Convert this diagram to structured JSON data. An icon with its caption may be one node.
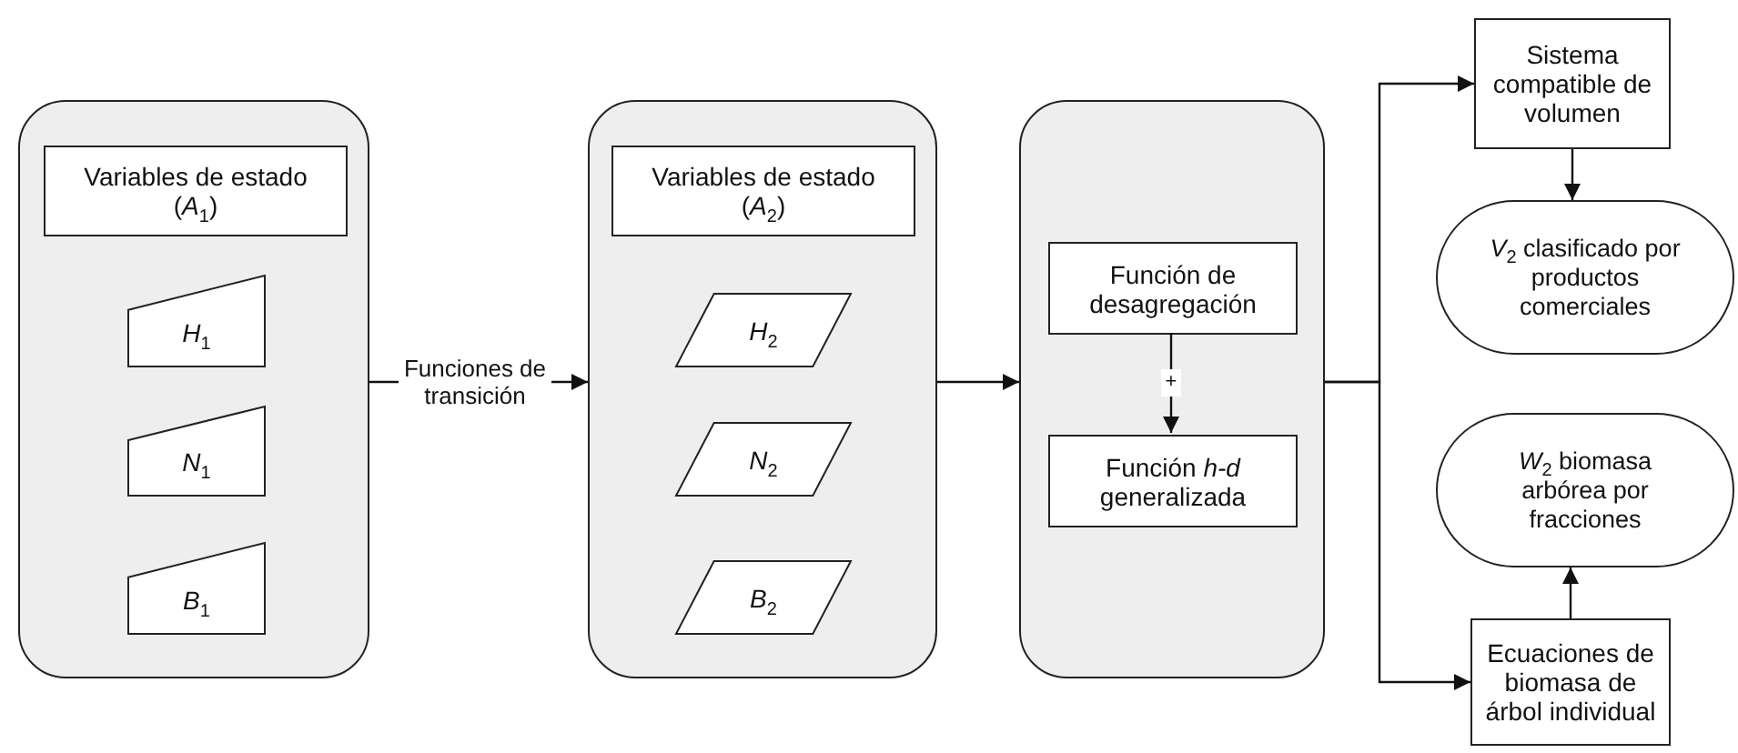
{
  "diagram": {
    "nodes": [
      {
        "text": [],
        "shape": "box"
      },
      {
        "text": [
          "Variables de estado (*A*$_{1}$)"
        ],
        "in": 0
      },
      {
        "text": [
          "*H*$_{1}$"
        ],
        "in": 0
      },
      {
        "text": [
          "*N*$_{1}$"
        ],
        "in": 0
      },
      {
        "text": [
          "*B*$_{1}$"
        ],
        "in": 0
      },
      {
        "text": [],
        "shape": "box"
      },
      {
        "text": [
          "Variables de estado (*A*$_{2}$)"
        ],
        "in": 5
      },
      {
        "text": [
          "*H*$_{2}$"
        ],
        "in": 5
      },
      {
        "text": [
          "*N*$_{2}$"
        ],
        "in": 5
      },
      {
        "text": [
          "*B*$_{2}$"
        ],
        "in": 5
      },
      {
        "text": [],
        "shape": "box"
      },
      {
        "text": [
          "Función de desagregación"
        ],
        "in": 10
      },
      {
        "text": [
          "Función *h-d* generalizada"
        ],
        "in": 10
      },
      {
        "text": [
          "Sistema compatible de volumen"
        ]
      },
      {
        "text": [
          "*V*$_{2}$ clasificado por productos comerciales"
        ]
      },
      {
        "text": [
          "*W*$_{2}$ biomasa arbórea por fracciones"
        ]
      },
      {
        "text": [
          "Ecuaciones de biomasa de árbol individual"
        ]
      }
    ],
    "edges": [
      {
        "from": 0,
        "to": 5,
        "arrow": "to",
        "label": "Funciones de transición"
      },
      {
        "from": 5,
        "to": 10,
        "arrow": "to"
      },
      {
        "from": 11,
        "to": 12,
        "arrow": "to",
        "label": "+"
      },
      {
        "from": 10,
        "to": 13,
        "arrow": "to"
      },
      {
        "from": 10,
        "to": 16,
        "arrow": "to"
      },
      {
        "from": 13,
        "to": 14,
        "arrow": "to"
      },
      {
        "from": 16,
        "to": 15,
        "arrow": "to"
      }
    ]
  }
}
